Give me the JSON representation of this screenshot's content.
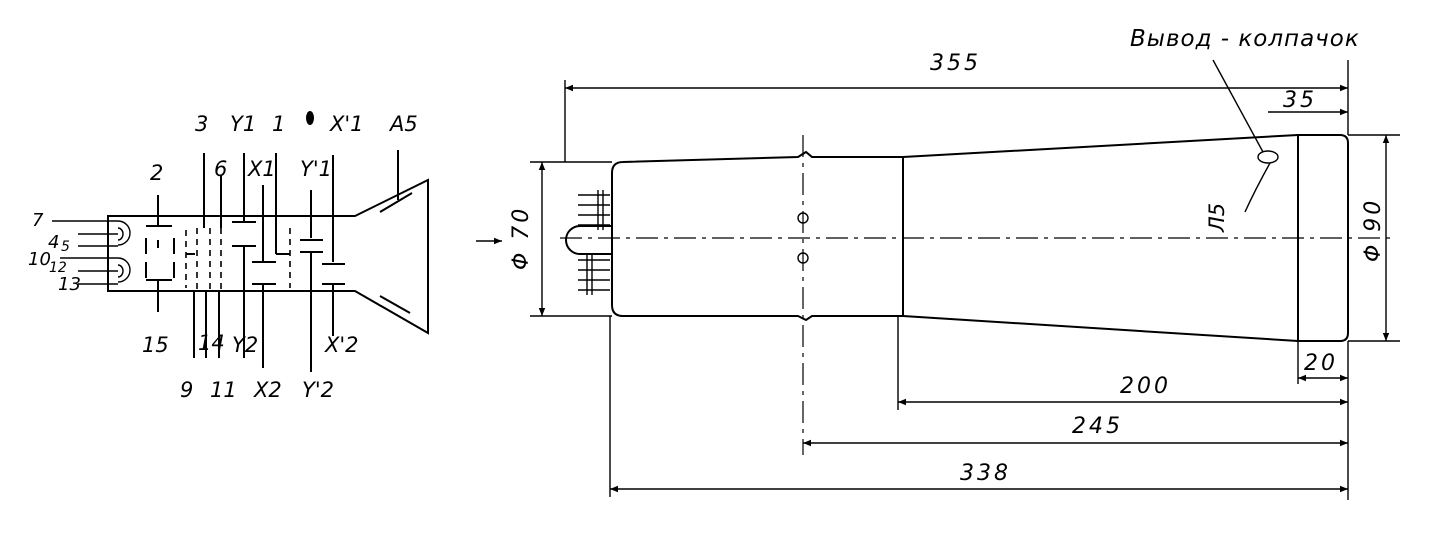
{
  "schematic": {
    "pins_top": [
      "3",
      "Y1",
      "1",
      "X'1",
      "A5"
    ],
    "pins_upper": [
      "2",
      "6",
      "X1",
      "Y'1"
    ],
    "pins_left": [
      "7",
      "4",
      "5",
      "10",
      "12",
      "13"
    ],
    "pins_lower": [
      "15",
      "14",
      "Y2",
      "X'2"
    ],
    "pins_bottom": [
      "9",
      "11",
      "X2",
      "Y'2"
    ]
  },
  "drawing": {
    "cap_lead_label": "Вывод - колпачок",
    "anode_label": "Л5",
    "dimensions": {
      "overall_length": "355",
      "cap_offset": "35",
      "neck_diameter": "Φ 70",
      "screen_diameter": "Φ 90",
      "screen_depth": "20",
      "cone_length": "200",
      "deflection_to_screen": "245",
      "bulb_length": "338"
    }
  }
}
